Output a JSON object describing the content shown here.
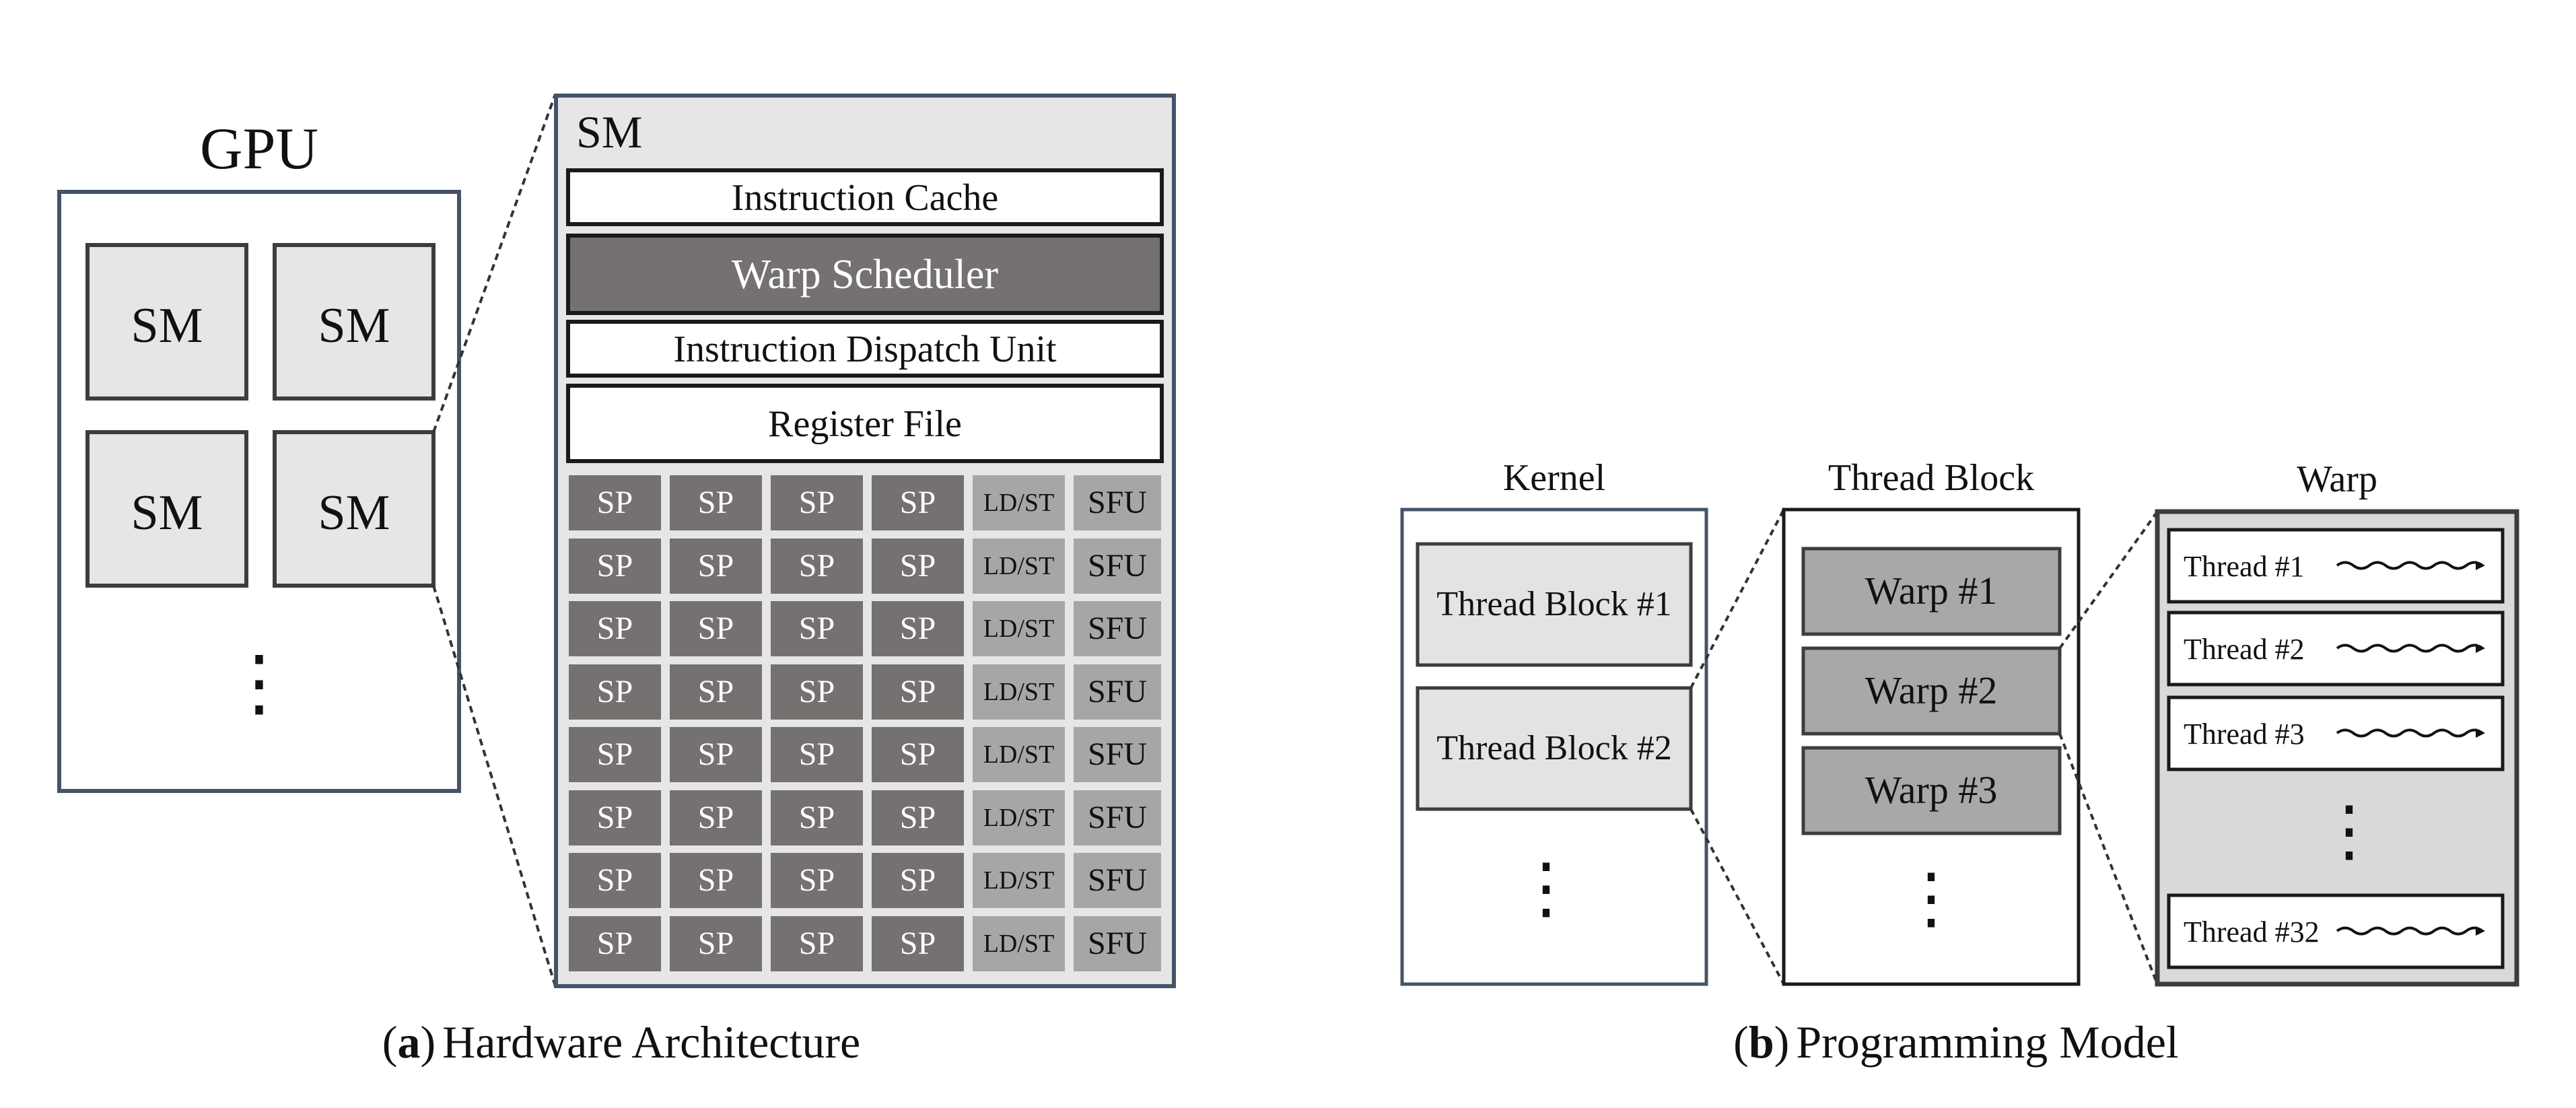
{
  "hardware": {
    "gpu_title": "GPU",
    "sm_label": "SM",
    "sm_cells": [
      "SM",
      "SM",
      "SM",
      "SM"
    ],
    "gpu_ellipsis": "⋮",
    "sm_detail": {
      "title": "SM",
      "instruction_cache": "Instruction Cache",
      "warp_scheduler": "Warp Scheduler",
      "dispatch_unit": "Instruction Dispatch Unit",
      "register_file": "Register File",
      "unit_rows": 8,
      "sp_per_row": 4,
      "sp_label": "SP",
      "ldst_label": "LD/ST",
      "sfu_label": "SFU"
    },
    "caption_letter": "a",
    "caption_text": "Hardware Architecture"
  },
  "programming": {
    "kernel": {
      "title": "Kernel",
      "blocks": [
        "Thread Block #1",
        "Thread Block #2"
      ],
      "ellipsis": "⋮"
    },
    "thread_block": {
      "title": "Thread Block",
      "warps": [
        "Warp #1",
        "Warp #2",
        "Warp #3"
      ],
      "ellipsis": "⋮"
    },
    "warp": {
      "title": "Warp",
      "threads": [
        "Thread #1",
        "Thread #2",
        "Thread #3"
      ],
      "last_thread": "Thread #32",
      "ellipsis": "⋮"
    },
    "caption_letter": "b",
    "caption_text": "Programming Model"
  },
  "colors": {
    "frame": "#445368",
    "dark_gray": "#747170",
    "mid_gray": "#a8a6a5",
    "light_gray": "#e6e6e6",
    "panel_gray": "#d9d9d9",
    "block_gray": "#e3e3e3",
    "warp_gray": "#a9a8a8"
  }
}
